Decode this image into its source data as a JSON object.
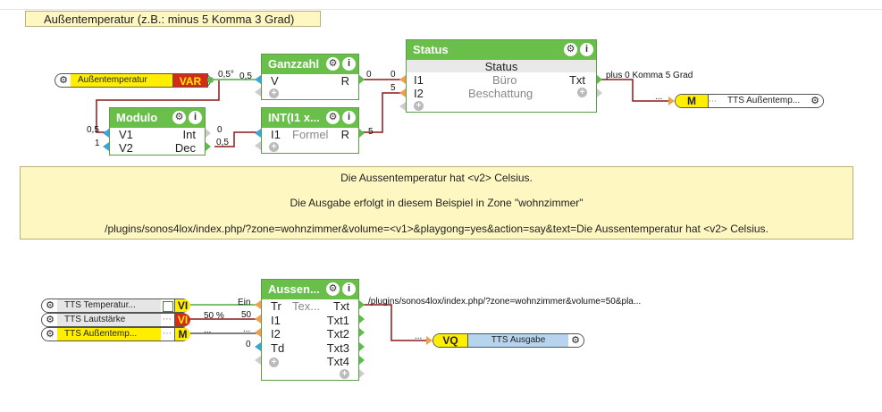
{
  "top_comment": {
    "title": "Außentemperatur (z.B.: minus 5 Komma 3 Grad)"
  },
  "inputs": {
    "aussentemperatur": {
      "label": "Außentemperatur",
      "tag": "VAR"
    },
    "tts_temperatur": {
      "label": "TTS Temperatur...",
      "tag": "VI"
    },
    "tts_lautstaerke": {
      "label": "TTS Lautstärke",
      "tag": "VI"
    },
    "tts_aussentemp_in": {
      "label": "TTS Außentemp...",
      "tag": "M"
    }
  },
  "outputs": {
    "tts_aussentemp_out": {
      "label": "TTS Außentemp...",
      "tag": "M"
    },
    "tts_ausgabe": {
      "label": "TTS Ausgabe",
      "tag": "VQ"
    }
  },
  "blocks": {
    "ganzzahl": {
      "title": "Ganzzahl",
      "in1": "V",
      "out1": "R"
    },
    "modulo": {
      "title": "Modulo",
      "in1": "V1",
      "in2": "V2",
      "out1": "Int",
      "out2": "Dec"
    },
    "int": {
      "title": "INT(I1 x...",
      "in1": "I1",
      "middle": "Formel",
      "out1": "R"
    },
    "status": {
      "title": "Status",
      "header": "Status",
      "in1": "I1",
      "in1_text": "Büro",
      "in2": "I2",
      "in2_text": "Beschattung",
      "out1": "Txt"
    },
    "aussen": {
      "title": "Aussen...",
      "in1": "Tr",
      "in1_text": "Tex...",
      "in2": "I1",
      "in3": "I2",
      "in4": "Td",
      "out1": "Txt",
      "out2": "Txt1",
      "out3": "Txt2",
      "out4": "Txt3",
      "out5": "Txt4"
    }
  },
  "info_comment": {
    "line1": "Die Aussentemperatur hat <v2> Celsius.",
    "line2": "Die Ausgabe erfolgt in diesem Beispiel in Zone \"wohnzimmer\"",
    "line3": "/plugins/sonos4lox/index.php/?zone=wohnzimmer&volume=<v1>&playgong=yes&action=say&text=Die Aussentemperatur hat <v2> Celsius."
  },
  "wire_labels": {
    "var_out": "0,5°",
    "ganz_in": "0,5",
    "mod_v1": "0,5",
    "mod_v2": "1",
    "mod_int": "0",
    "mod_dec": "0,5",
    "ganz_r": "0",
    "status_i1": "0",
    "status_i2": "5",
    "int_r": "5",
    "status_txt": "plus 0 Komma 5 Grad",
    "m_out_in": "...",
    "aussen_tr": "Ein",
    "aussen_i1_a": "50 %",
    "aussen_i1_b": "50",
    "aussen_i2_a": "...",
    "aussen_i2_b": "...",
    "aussen_td": "0",
    "aussen_txt": "/plugins/sonos4lox/index.php/?zone=wohnzimmer&volume=50&pla...",
    "vq_in": "..."
  },
  "colors": {
    "block_header": "#6abf4b",
    "comment_bg": "#fff7c2",
    "wire": "#8b1a1a",
    "var_tag": "#d42a1a",
    "vi_tag": "#ffee00",
    "vq_bar": "#b7d4ee"
  }
}
